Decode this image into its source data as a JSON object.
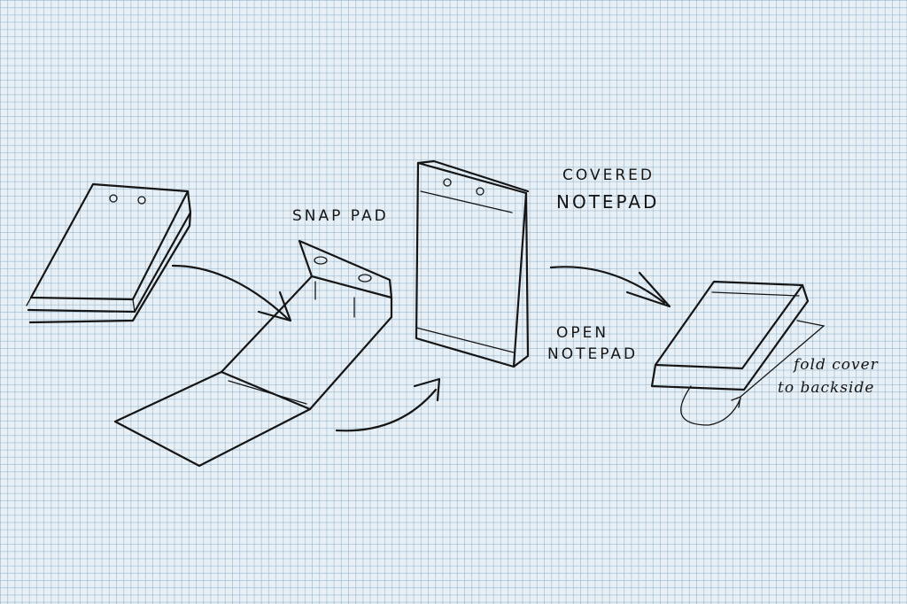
{
  "labels": {
    "snap_pad": "SNAP PAD",
    "covered_notepad_1": "COVERED",
    "covered_notepad_2": "NOTEPAD",
    "open_notepad_1": "OPEN",
    "open_notepad_2": "NOTEPAD",
    "fold_note_1": "fold cover",
    "fold_note_2": "to backside"
  },
  "colors": {
    "paper": "#e8f0f6",
    "grid": "#8cafc8",
    "ink": "#151515"
  }
}
